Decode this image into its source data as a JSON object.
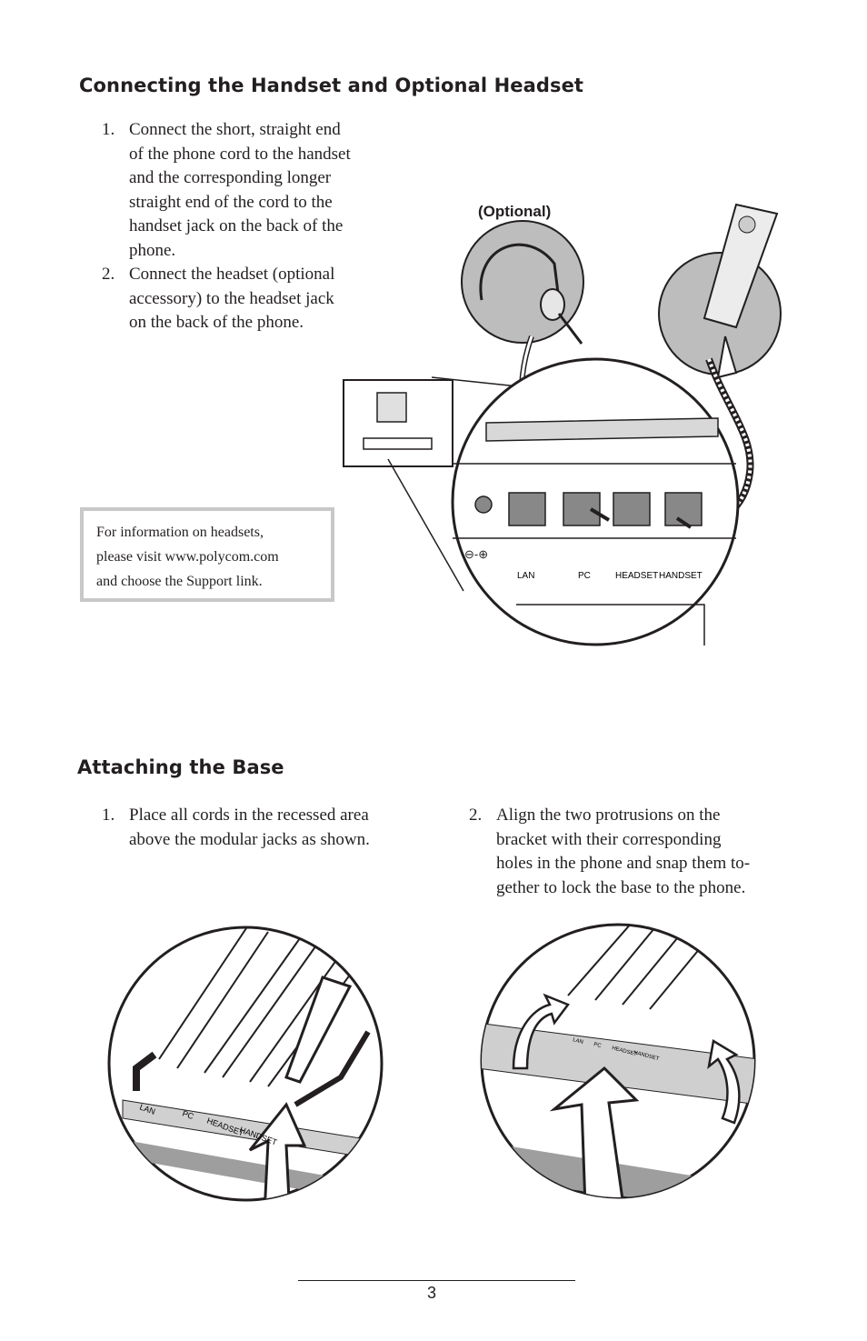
{
  "section1": {
    "title": "Connecting the Handset and Optional Headset",
    "steps": [
      {
        "num": "1.",
        "lines": [
          "Connect the short, straight end",
          "of the phone cord to the handset",
          "and the corresponding longer",
          "straight end of the cord to the",
          "handset jack on the back of the",
          "phone."
        ]
      },
      {
        "num": "2.",
        "lines": [
          "Connect the headset (optional",
          "accessory) to the headset jack",
          "on the back of the phone."
        ]
      }
    ],
    "note_lines": [
      "For information on headsets,",
      "please visit www.polycom.com",
      "and choose the Support link."
    ],
    "figure": {
      "optional_label": "(Optional)",
      "port_labels": [
        "LAN",
        "PC",
        "HEADSET",
        "HANDSET"
      ]
    }
  },
  "section2": {
    "title": "Attaching the Base",
    "step1": {
      "num": "1.",
      "lines": [
        "Place all cords in the recessed area",
        "above the modular jacks as shown."
      ]
    },
    "step2": {
      "num": "2.",
      "lines": [
        "Align the two protrusions on the",
        "bracket with their corresponding",
        "holes in the phone and snap them to-",
        "gether to lock the base to the phone."
      ]
    },
    "figure1_labels": [
      "LAN",
      "PC",
      "HEADSET",
      "HANDSET"
    ],
    "figure2_labels": [
      "LAN",
      "PC",
      "HEADSET",
      "HANDSET"
    ]
  },
  "footer": {
    "page_number": "3"
  }
}
